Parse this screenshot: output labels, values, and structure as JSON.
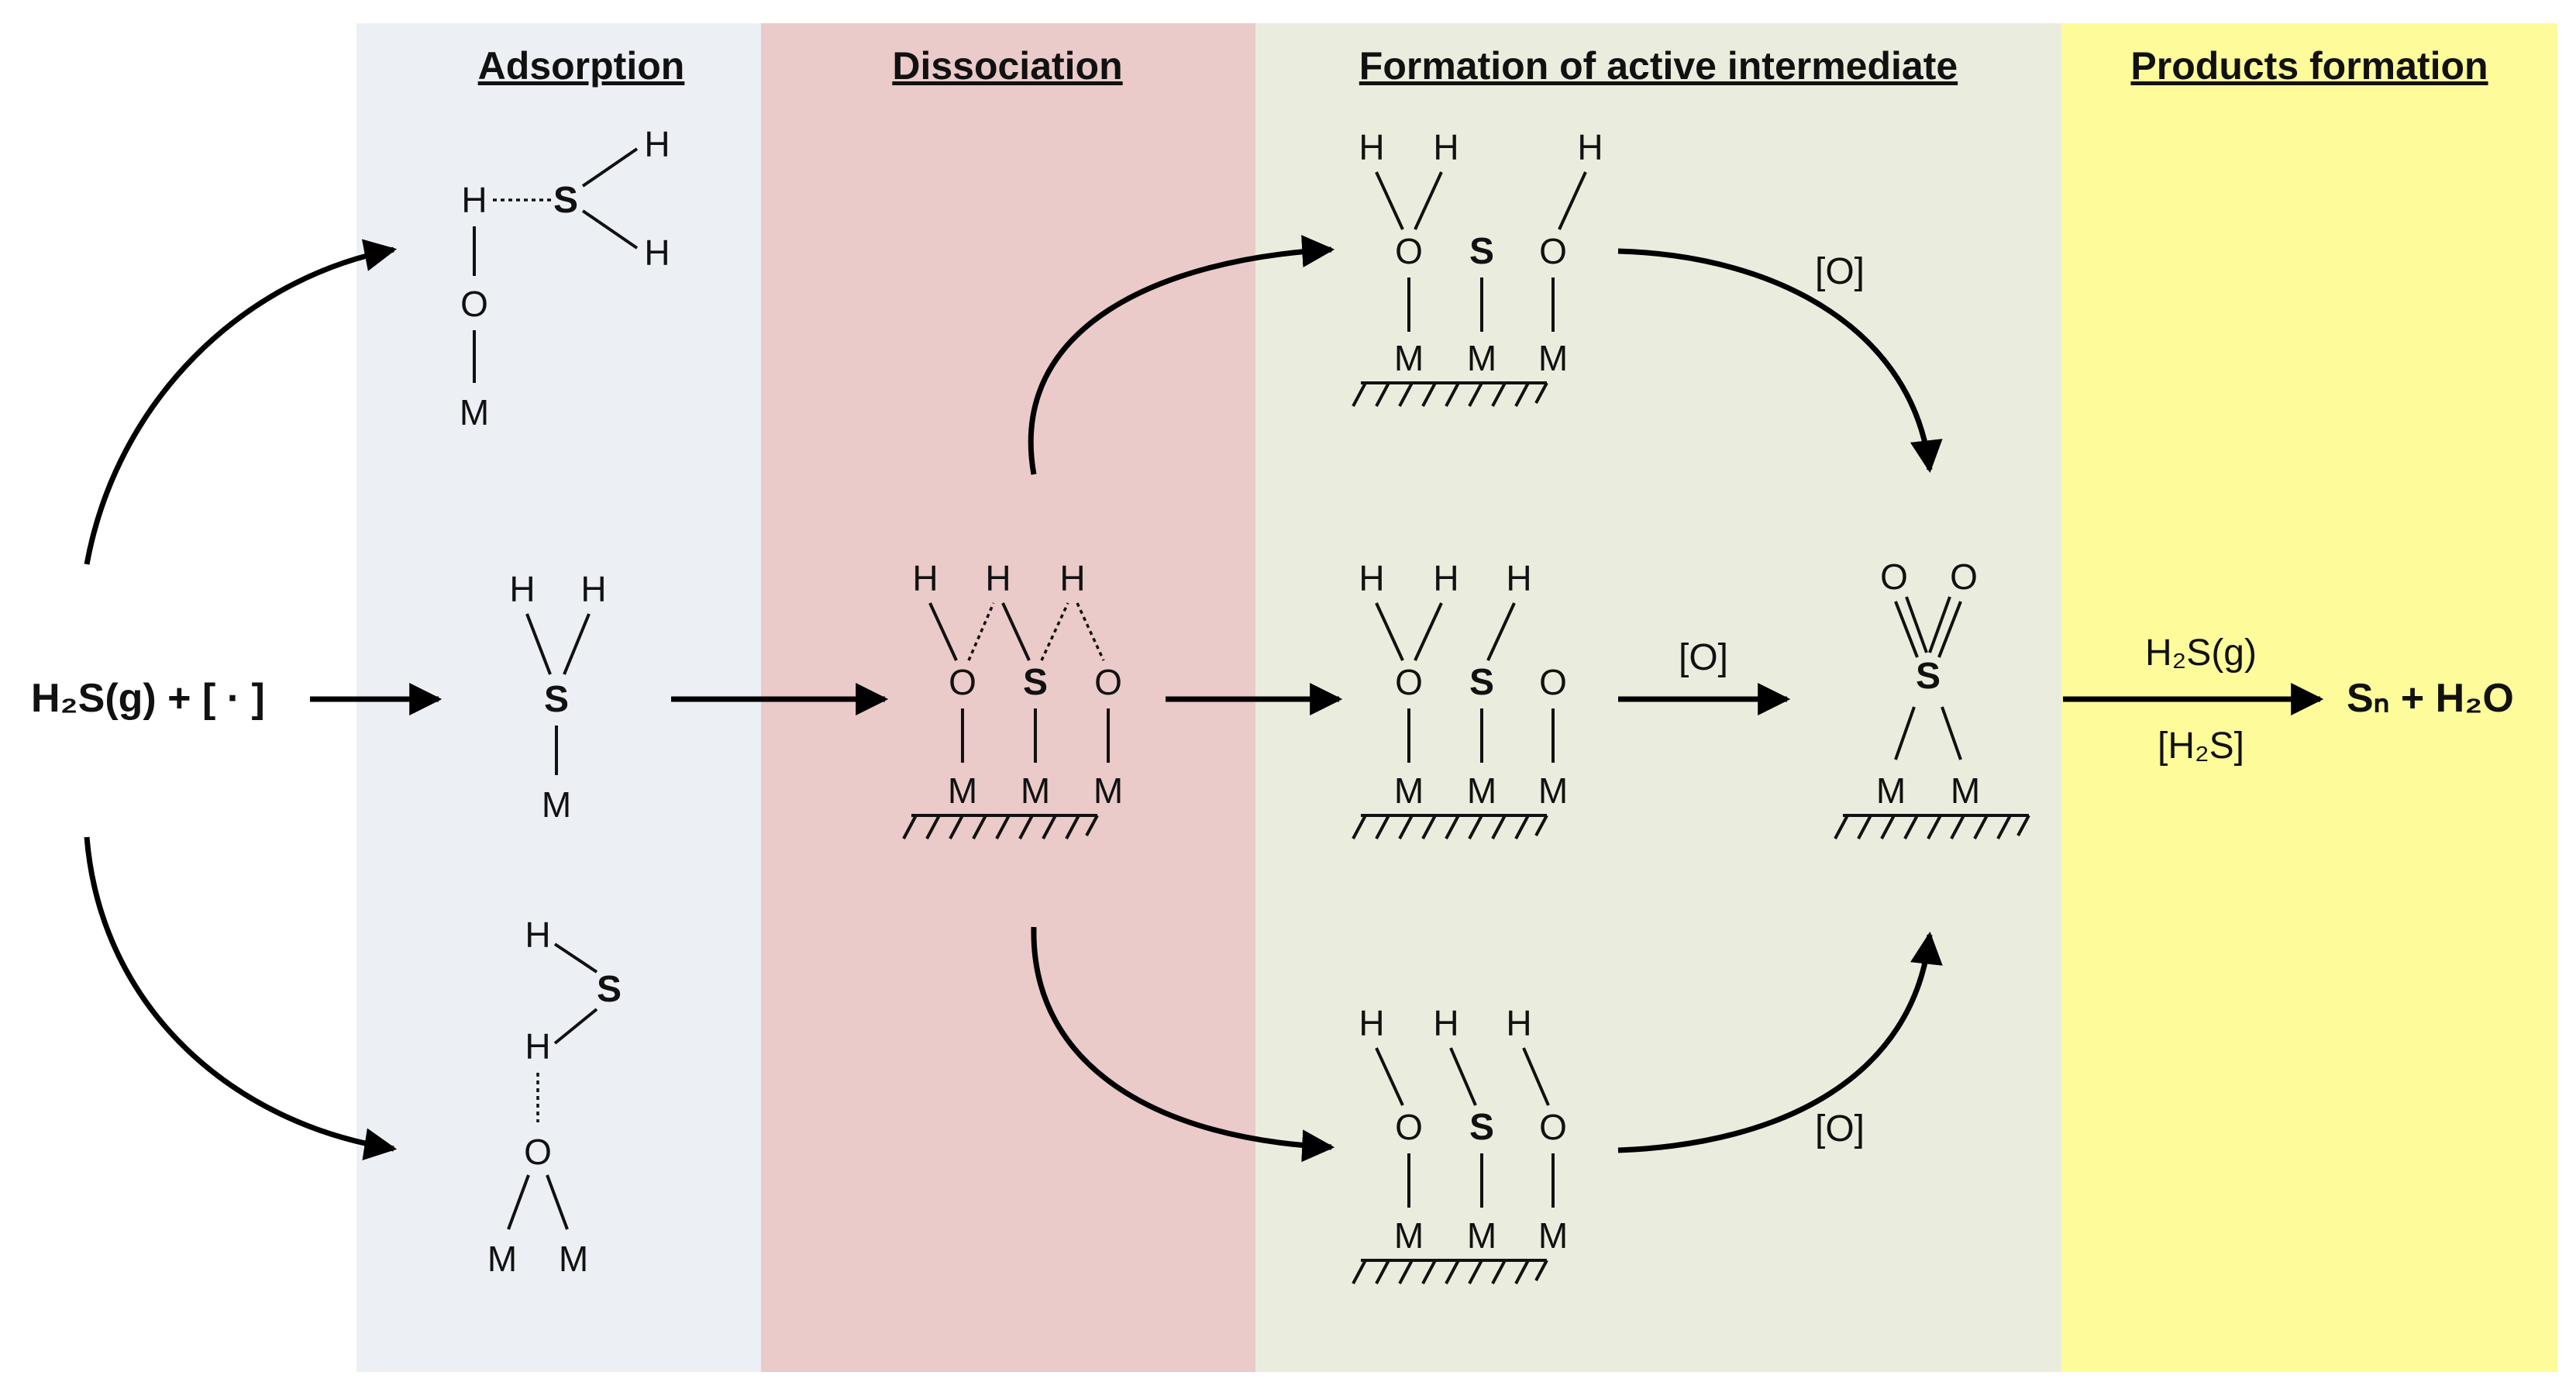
{
  "colors": {
    "adsorption": "#eceff4",
    "dissociation": "#ebcaca",
    "formation": "#eaeddd",
    "products": "#fefb9b"
  },
  "headers": {
    "adsorption": "Adsorption",
    "dissociation": "Dissociation",
    "formation": "Formation of active intermediate",
    "products": "Products formation"
  },
  "reactant": {
    "text": "H₂S(g) + [ · ]"
  },
  "product": {
    "text": "Sₙ + H₂O"
  },
  "conditions": {
    "oxygen": "[O]",
    "h2s_gas": "H₂S(g)",
    "h2s_conc": "[H₂S]"
  },
  "atoms": {
    "H": "H",
    "S": "S",
    "O": "O",
    "M": "M"
  }
}
